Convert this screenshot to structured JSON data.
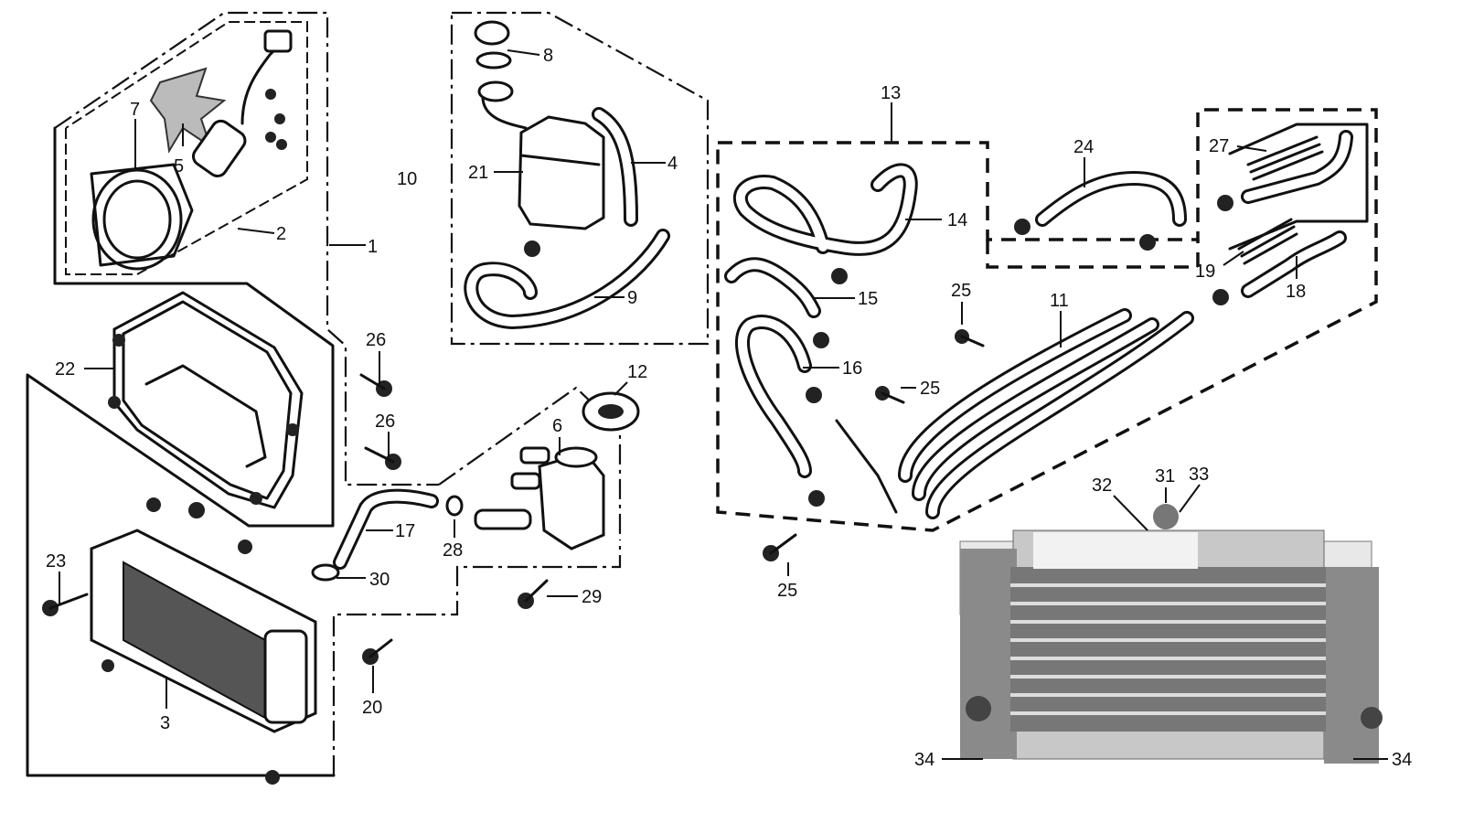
{
  "callouts": {
    "c1": "1",
    "c2": "2",
    "c3": "3",
    "c4": "4",
    "c5": "5",
    "c6": "6",
    "c7": "7",
    "c8": "8",
    "c9": "9",
    "c10": "10",
    "c11": "11",
    "c12": "12",
    "c13": "13",
    "c14": "14",
    "c15": "15",
    "c16": "16",
    "c17": "17",
    "c18": "18",
    "c19": "19",
    "c20": "20",
    "c21": "21",
    "c22": "22",
    "c23": "23",
    "c24": "24",
    "c25a": "25",
    "c25b": "25",
    "c25c": "25",
    "c26a": "26",
    "c26b": "26",
    "c27": "27",
    "c28": "28",
    "c29": "29",
    "c30": "30",
    "c31": "31",
    "c32": "32",
    "c33": "33",
    "c34a": "34",
    "c34b": "34"
  }
}
